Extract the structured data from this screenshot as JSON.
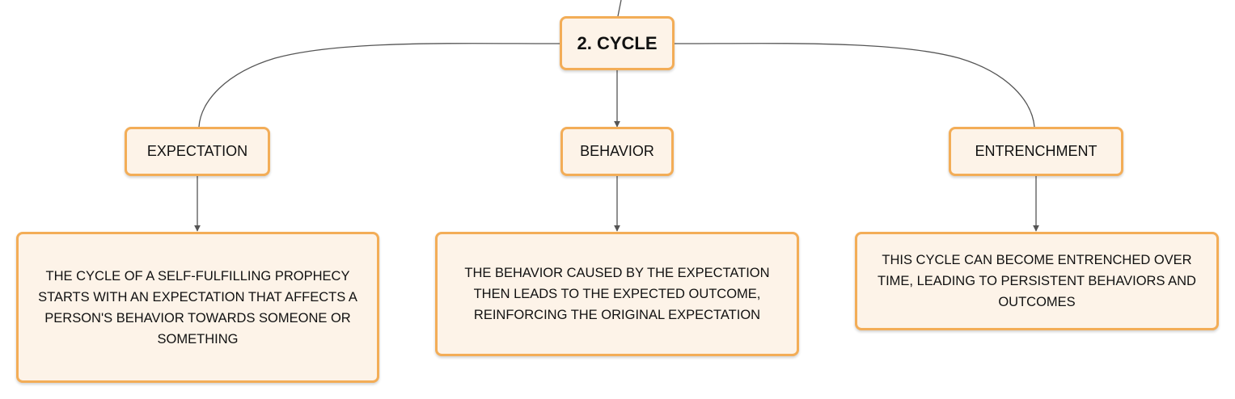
{
  "root": {
    "label": "2. CYCLE"
  },
  "branches": [
    {
      "topic": "EXPECTATION",
      "detail": "THE CYCLE OF A SELF-FULFILLING PROPHECY STARTS WITH AN EXPECTATION THAT AFFECTS A PERSON'S BEHAVIOR TOWARDS SOMEONE OR SOMETHING"
    },
    {
      "topic": "BEHAVIOR",
      "detail": "THE BEHAVIOR CAUSED BY THE EXPECTATION THEN LEADS TO THE EXPECTED OUTCOME, REINFORCING THE ORIGINAL EXPECTATION"
    },
    {
      "topic": "ENTRENCHMENT",
      "detail": "THIS CYCLE CAN BECOME ENTRENCHED OVER TIME, LEADING TO PERSISTENT BEHAVIORS AND OUTCOMES"
    }
  ],
  "colors": {
    "node_border": "#f3ad57",
    "node_fill": "#fdf3e8",
    "connector": "#555555"
  }
}
